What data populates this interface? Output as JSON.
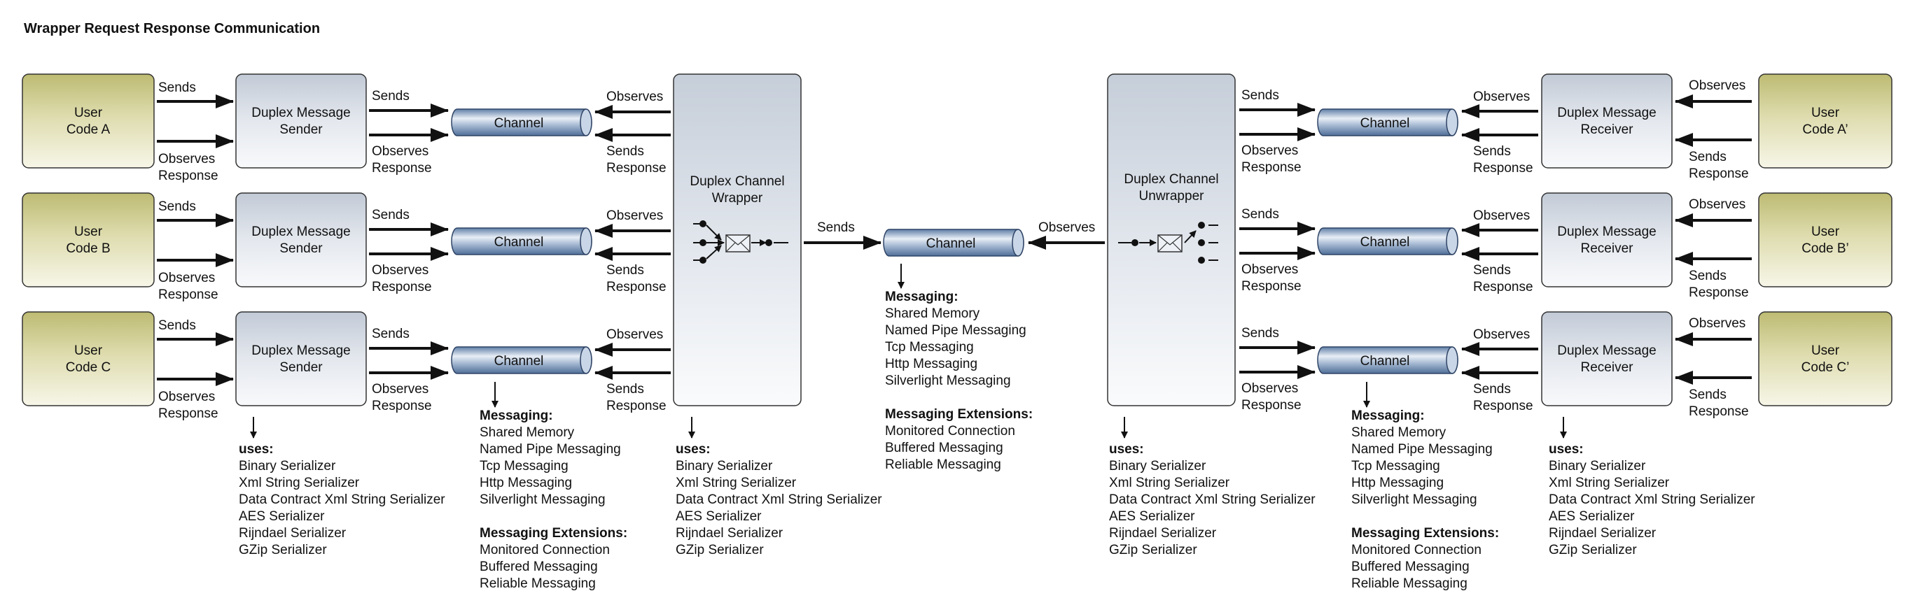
{
  "title": "Wrapper Request Response Communication",
  "labels": {
    "sends": "Sends",
    "observes": "Observes",
    "observes_response": [
      "Observes",
      "Response"
    ],
    "sends_response": [
      "Sends",
      "Response"
    ],
    "channel": "Channel"
  },
  "user_codes_left": [
    [
      "User",
      "Code A"
    ],
    [
      "User",
      "Code B"
    ],
    [
      "User",
      "Code C"
    ]
  ],
  "user_codes_right": [
    [
      "User",
      "Code A’"
    ],
    [
      "User",
      "Code B’"
    ],
    [
      "User",
      "Code C’"
    ]
  ],
  "sender_label": [
    "Duplex Message",
    "Sender"
  ],
  "receiver_label": [
    "Duplex Message",
    "Receiver"
  ],
  "wrapper_label": [
    "Duplex Channel",
    "Wrapper"
  ],
  "unwrapper_label": [
    "Duplex Channel",
    "Unwrapper"
  ],
  "uses_heading": "uses:",
  "serializers": [
    "Binary Serializer",
    "Xml String Serializer",
    "Data Contract Xml String Serializer",
    "AES Serializer",
    "Rijndael Serializer",
    "GZip Serializer"
  ],
  "messaging_heading": "Messaging:",
  "messaging": [
    "Shared Memory",
    "Named Pipe Messaging",
    "Tcp Messaging",
    "Http Messaging",
    "Silverlight Messaging"
  ],
  "extensions_heading": "Messaging Extensions:",
  "extensions": [
    "Monitored Connection",
    "Buffered Messaging",
    "Reliable Messaging"
  ],
  "colors": {
    "user_box": "#c9c88a",
    "duplex_box": "#d5dbe4",
    "channel": "#8fa6c4",
    "stroke": "#111111"
  }
}
